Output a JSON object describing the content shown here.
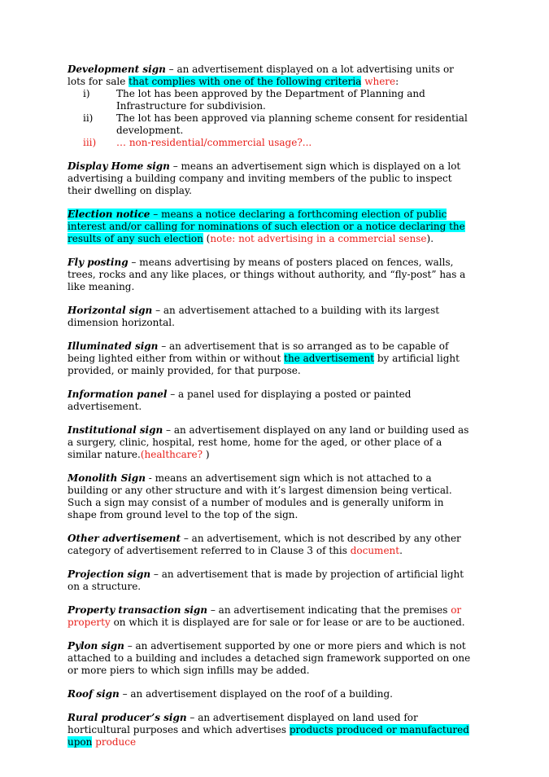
{
  "development": {
    "term": "Development sign",
    "text1": " – an advertisement displayed on a lot advertising units or lots for sale ",
    "hl": "that complies with one of the following criteria",
    "red": " where",
    "colon": ":",
    "items": [
      {
        "num": "i)",
        "text": "The lot has been approved by the Department of Planning and Infrastructure for subdivision."
      },
      {
        "num": "ii)",
        "text": "The lot has been approved via planning scheme consent for residential development."
      },
      {
        "num": "iii)",
        "text": "… non-residential/commercial usage?..."
      }
    ]
  },
  "display_home": {
    "term": "Display Home sign",
    "text": " – means an advertisement sign which is displayed on a lot advertising a building company and inviting members of the public to inspect their dwelling on display."
  },
  "election": {
    "hl": "Election notice – means a notice declaring a forthcoming election of public interest and/or calling for nominations of such election or a notice declaring the results of any such election",
    "open": " (",
    "red": "note: not advertising in a commercial sense",
    "close": ")."
  },
  "fly_posting": {
    "term": "Fly posting",
    "text": " – means advertising by means of posters placed on fences, walls, trees, rocks and any like places, or things without authority, and “fly-post” has a like meaning."
  },
  "horizontal": {
    "term": "Horizontal sign",
    "text": " – an advertisement attached to a building with its largest dimension horizontal."
  },
  "illuminated": {
    "term": "Illuminated sign",
    "text1": " – an advertisement that is so arranged as to be capable of being lighted either from within or without ",
    "hl": "the advertisement",
    "text2": " by artificial light provided, or mainly provided, for that purpose."
  },
  "information": {
    "term": "Information panel",
    "text": " – a panel used for displaying a posted or painted advertisement."
  },
  "institutional": {
    "term": "Institutional sign",
    "text": " – an advertisement displayed on any land or building used as a surgery, clinic, hospital, rest home, home for the aged, or other place of a similar nature.",
    "red": "(healthcare?",
    "close": " )"
  },
  "monolith": {
    "term": "Monolith Sign",
    "text": " - means an advertisement sign which is not attached to a building or any other structure and with it’s largest dimension being vertical. Such a sign may consist of a number of modules and is generally uniform in shape from ground level to the top of the sign."
  },
  "other": {
    "term": "Other advertisement",
    "text": " – an advertisement, which is not described by any other category of advertisement referred to in Clause 3 of this ",
    "red": "document",
    "close": "."
  },
  "projection": {
    "term": "Projection sign",
    "text": " – an advertisement that is made by projection of artificial light on a structure."
  },
  "property": {
    "term": "Property transaction sign",
    "text1": " – an advertisement indicating that the premises ",
    "red": "or property",
    "text2": " on which it is displayed are for sale or for lease or are to be auctioned."
  },
  "pylon": {
    "term": "Pylon sign",
    "text": " – an advertisement supported by one or more piers and which is not attached to a building and includes a detached sign framework supported on one or more piers to which sign infills may be added."
  },
  "roof": {
    "term": "Roof sign",
    "text": " – an advertisement displayed on the roof of a building."
  },
  "rural": {
    "term": "Rural producer’s sign",
    "text1": " – an advertisement displayed on land used for horticultural purposes and which advertises ",
    "hl": "products produced or manufactured upon",
    "red": " produce"
  }
}
